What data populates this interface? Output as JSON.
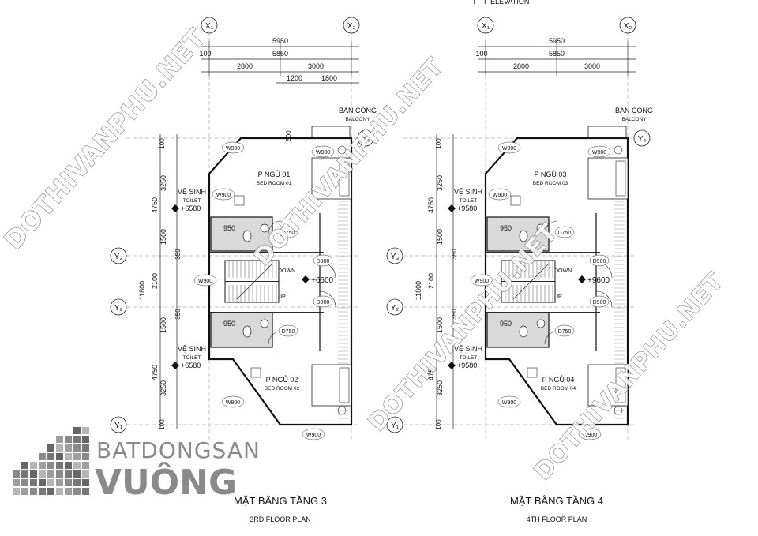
{
  "top_caption": "F - F ELEVATION",
  "axes": {
    "x1": "X₁",
    "x2": "X₂",
    "y1": "Y₁",
    "y2": "Y₂",
    "y3": "Y₃",
    "y4": "Y₄"
  },
  "dims": {
    "overall": "5950",
    "inner": "5850",
    "edge": "100",
    "left_bay": "2800",
    "right_bay": "3000",
    "sub_a": "1200",
    "sub_b": "1800",
    "balcony_depth": "500",
    "side_100": "100",
    "side_3250": "3250",
    "side_4750": "4750",
    "side_1500": "1500",
    "side_350": "350",
    "side_2100": "2100",
    "side_11800": "11800",
    "stair_950": "950"
  },
  "labels": {
    "balcony_vn": "BAN CÔNG",
    "balcony_en": "BALCONY",
    "toilet_vn": "VỆ SINH",
    "toilet_en": "TOILET",
    "down": "DOWN",
    "up": "UP",
    "w900": "W900",
    "d750": "D750",
    "d900": "D900"
  },
  "plans": [
    {
      "title_vn": "MẶT BẰNG TẦNG 3",
      "title_en": "3RD  FLOOR PLAN",
      "room_top_vn": "P NGỦ 01",
      "room_top_en": "BED ROOM 01",
      "room_bottom_vn": "P NGỦ 02",
      "room_bottom_en": "BED ROOM 02",
      "toilet_level": "+6580",
      "floor_level": "+6600"
    },
    {
      "title_vn": "MẶT BẰNG TẦNG 4",
      "title_en": "4TH  FLOOR PLAN",
      "room_top_vn": "P NGỦ 03",
      "room_top_en": "BED ROOM 03",
      "room_bottom_vn": "P NGỦ 04",
      "room_bottom_en": "BED ROOM 04",
      "toilet_level": "+9580",
      "floor_level": "+9600"
    }
  ],
  "logo": {
    "line1": "BATDONGSAN",
    "line2": "VUÔNG"
  },
  "watermark": "DOTHIVANPHU.NET"
}
